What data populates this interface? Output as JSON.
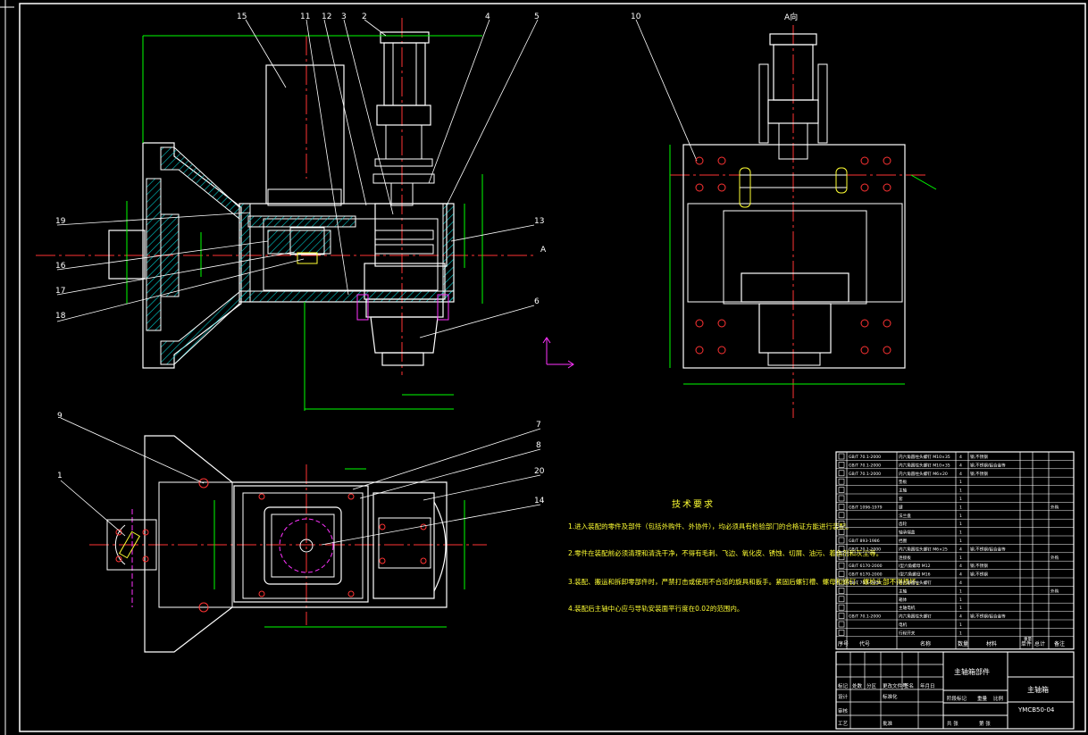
{
  "drawing": {
    "view_label_a": "A向",
    "section_marker": "A",
    "balloons_top": [
      {
        "id": "15"
      },
      {
        "id": "11"
      },
      {
        "id": "12"
      },
      {
        "id": "3"
      },
      {
        "id": "2"
      },
      {
        "id": "4"
      },
      {
        "id": "5"
      },
      {
        "id": "10"
      }
    ],
    "balloons_left": [
      {
        "id": "19"
      },
      {
        "id": "16"
      },
      {
        "id": "17"
      },
      {
        "id": "18"
      }
    ],
    "balloons_right": [
      {
        "id": "13"
      },
      {
        "id": "6"
      }
    ],
    "balloons_bottom": [
      {
        "id": "9"
      },
      {
        "id": "1"
      },
      {
        "id": "7"
      },
      {
        "id": "8"
      },
      {
        "id": "20"
      },
      {
        "id": "14"
      }
    ]
  },
  "technical_requirements": {
    "title": "技术要求",
    "items": [
      "1.进入装配的零件及部件（包括外购件、外协件），均必须具有检验部门的合格证方能进行装配。",
      "2.零件在装配前必须清理和清洗干净，不得有毛刺、飞边、氧化皮、锈蚀、切屑、油污、着色剂和灰尘等。",
      "3.装配、搬运和拆卸零部件时，严禁打击或使用不合适的旋具和扳手。紧固后螺钉槽、螺母和螺钉、螺栓头部不得损坏。",
      "4.装配后主轴中心应与导轨安装面平行度在0.02的范围内。"
    ]
  },
  "parts_list": {
    "rows": [
      {
        "code": "GB/T 70.1-2000",
        "name": "内六角圆柱头螺钉 M10×35",
        "qty": "4",
        "material": "钢,不锈钢",
        "note": ""
      },
      {
        "code": "GB/T 70.1-2000",
        "name": "内六角圆柱头螺钉 M10×35",
        "qty": "4",
        "material": "钢,不锈钢/铝合金等",
        "note": ""
      },
      {
        "code": "GB/T 70.1-2000",
        "name": "内六角圆柱头螺钉 M6×20",
        "qty": "4",
        "material": "钢,不锈钢",
        "note": ""
      },
      {
        "code": "",
        "name": "垫板",
        "qty": "1",
        "material": "",
        "note": ""
      },
      {
        "code": "",
        "name": "主轴",
        "qty": "1",
        "material": "",
        "note": ""
      },
      {
        "code": "",
        "name": "套",
        "qty": "1",
        "material": "",
        "note": ""
      },
      {
        "code": "GB/T 1096-1979",
        "name": "键",
        "qty": "1",
        "material": "",
        "note": "外购"
      },
      {
        "code": "",
        "name": "法兰盘",
        "qty": "1",
        "material": "",
        "note": ""
      },
      {
        "code": "",
        "name": "齿轮",
        "qty": "1",
        "material": "",
        "note": ""
      },
      {
        "code": "",
        "name": "轴承端盖",
        "qty": "1",
        "material": "",
        "note": ""
      },
      {
        "code": "GB/T 893-1986",
        "name": "挡圈",
        "qty": "1",
        "material": "",
        "note": ""
      },
      {
        "code": "GB/T 70.1-2000",
        "name": "内六角圆柱头螺钉 M6×25",
        "qty": "4",
        "material": "钢,不锈钢/铝合金等",
        "note": ""
      },
      {
        "code": "",
        "name": "连接板",
        "qty": "1",
        "material": "",
        "note": "外购"
      },
      {
        "code": "GB/T 6170-2000",
        "name": "I型六角螺母 M12",
        "qty": "4",
        "material": "钢,不锈钢",
        "note": ""
      },
      {
        "code": "GB/T 6170-2000",
        "name": "I型六角螺母 M16",
        "qty": "4",
        "material": "钢,不锈钢",
        "note": ""
      },
      {
        "code": "GB/T 70.1-2000",
        "name": "内六角圆柱头螺钉",
        "qty": "4",
        "material": "",
        "note": ""
      },
      {
        "code": "",
        "name": "主轴",
        "qty": "1",
        "material": "",
        "note": "外购"
      },
      {
        "code": "",
        "name": "箱体",
        "qty": "1",
        "material": "",
        "note": ""
      },
      {
        "code": "",
        "name": "主轴电机",
        "qty": "1",
        "material": "",
        "note": ""
      },
      {
        "code": "GB/T 70.1-2000",
        "name": "内六角圆柱头螺钉",
        "qty": "4",
        "material": "钢,不锈钢/铝合金等",
        "note": ""
      },
      {
        "code": "",
        "name": "电机",
        "qty": "1",
        "material": "",
        "note": ""
      },
      {
        "code": "",
        "name": "行程开关",
        "qty": "1",
        "material": "",
        "note": ""
      }
    ],
    "header": {
      "seq": "序号",
      "code": "代号",
      "name": "名称",
      "qty": "数量",
      "material": "材料",
      "unit": "单件",
      "total": "总计",
      "weight": "重量",
      "note": "备注"
    }
  },
  "title_block": {
    "assembly_name": "主轴箱部件",
    "drawing_title": "主轴箱",
    "drawing_number": "YMCB50-04",
    "labels": {
      "mark": "标记",
      "count": "处数",
      "zone": "分区",
      "change_doc": "更改文件号",
      "signature": "签名",
      "date": "年月日",
      "design": "设计",
      "standardization": "标准化",
      "stage_mark": "阶段标记",
      "weight": "重量",
      "scale": "比例",
      "review": "审核",
      "process": "工艺",
      "approve": "批准",
      "sheets": "共 张",
      "sheet": "第 张"
    }
  },
  "colors": {
    "background": "#000000",
    "outline": "#ffffff",
    "dimension": "#00ff00",
    "center_line": "#ff3333",
    "hatch": "#00cccc",
    "cyan": "#00ffff",
    "magenta": "#ff33ff",
    "yellow": "#ffff33"
  }
}
